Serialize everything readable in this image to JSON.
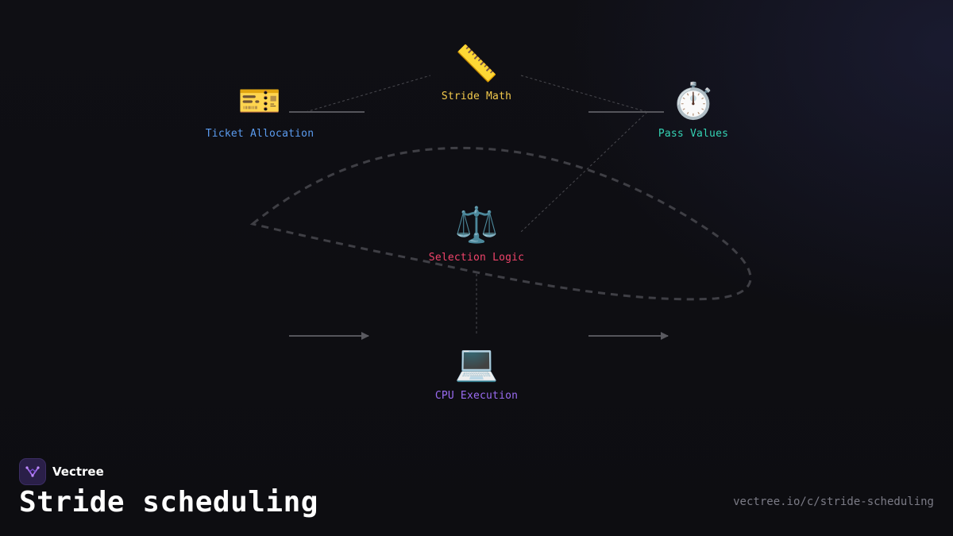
{
  "diagram": {
    "nodes": [
      {
        "id": "ticket",
        "icon": "admission-tickets",
        "glyph": "🎫",
        "label": "Ticket Allocation",
        "color": "#5b9cf0"
      },
      {
        "id": "stride",
        "icon": "straight-ruler",
        "glyph": "📏",
        "label": "Stride Math",
        "color": "#f2c94c"
      },
      {
        "id": "pass",
        "icon": "stopwatch",
        "glyph": "⏱️",
        "label": "Pass Values",
        "color": "#34d3b4"
      },
      {
        "id": "selection",
        "icon": "balance-scale",
        "glyph": "⚖️",
        "label": "Selection Logic",
        "color": "#f0446a"
      },
      {
        "id": "cpu",
        "icon": "laptop",
        "glyph": "💻",
        "label": "CPU Execution",
        "color": "#9b6cf3"
      }
    ]
  },
  "brand": {
    "name": "Vectree",
    "logo_icon": "vectree-logo",
    "logo_color": "#a56cf0"
  },
  "page": {
    "title": "Stride scheduling",
    "url": "vectree.io/c/stride-scheduling"
  }
}
